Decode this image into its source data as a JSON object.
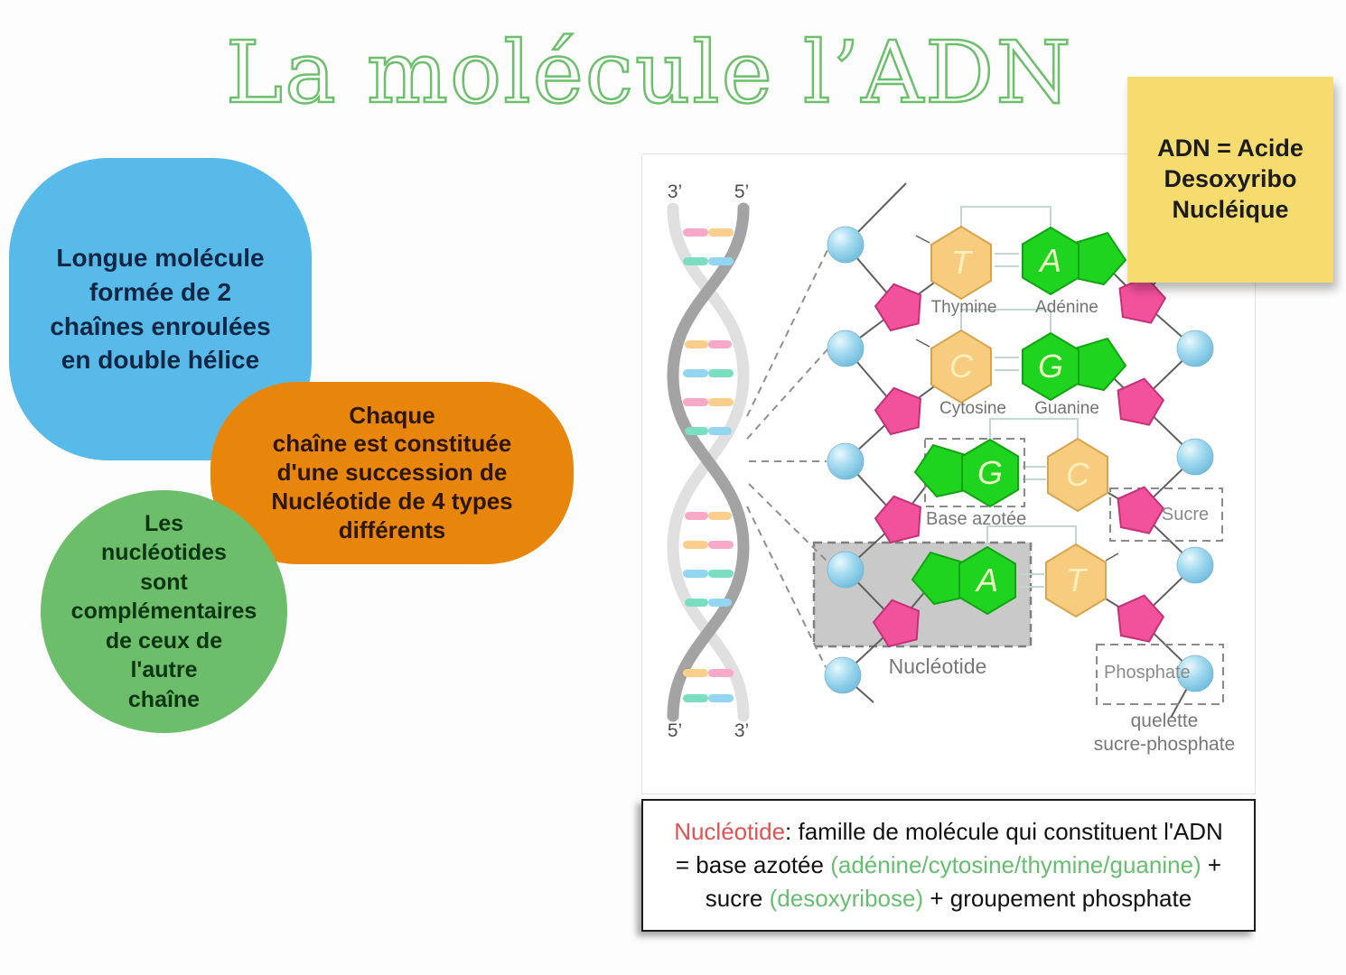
{
  "title": "La molécule l’ADN",
  "sticky_note": {
    "text": "ADN = Acide\nDesoxyribo\nNucléique",
    "bg_color": "#f6db6e"
  },
  "bubbles": {
    "blue": {
      "text": "Longue molécule\nformée de 2\nchaînes enroulées\nen double hélice",
      "bg_color": "#58bae8"
    },
    "orange": {
      "text": "Chaque\nchaîne est constituée\nd'une succession de\nNucléotide de 4 types\ndifférents",
      "bg_color": "#e8860b"
    },
    "green": {
      "text": "Les\nnucléotides\nsont\ncomplémentaires\nde ceux de\nl'autre\nchaîne",
      "bg_color": "#6cbe6a"
    }
  },
  "diagram": {
    "strand_ends": {
      "top_left": "3’",
      "top_right": "5’",
      "bottom_left": "5’",
      "bottom_right": "3’"
    },
    "pairs": [
      {
        "left_letter": "T",
        "right_letter": "A",
        "left_name": "Thymine",
        "right_name": "Adénine"
      },
      {
        "left_letter": "C",
        "right_letter": "G",
        "left_name": "Cytosine",
        "right_name": "Guanine"
      },
      {
        "left_letter": "G",
        "right_letter": "C",
        "left_name": "",
        "right_name": ""
      },
      {
        "left_letter": "A",
        "right_letter": "T",
        "left_name": "",
        "right_name": ""
      }
    ],
    "labels": {
      "base": "Base azotée",
      "sugar": "Sucre",
      "nucleotide": "Nucléotide",
      "phosphate": "Phosphate",
      "backbone_line1": "quelette",
      "backbone_line2": "sucre-phosphate"
    },
    "palette": {
      "purine_green": "#1ed41e",
      "pyrimidine_orange": "#f8cc7e",
      "sugar_pink": "#f2519b",
      "phosphate_blue": "#7ac3e2",
      "helix_gray": "#a3a3a3"
    }
  },
  "definition": {
    "term": "Nucléotide",
    "sep": ": ",
    "body1": "famille de molécule qui constituent l'ADN = base azotée ",
    "green1": "(adénine/cytosine/thymine/guanine)",
    "body2": " + sucre ",
    "green2": "(desoxyribose)",
    "body3": " + groupement phosphate",
    "term_color": "#e05252",
    "highlight_color": "#67be70"
  }
}
